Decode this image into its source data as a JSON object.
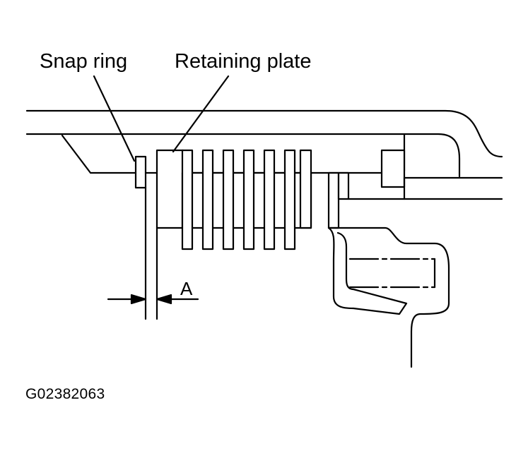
{
  "labels": {
    "snap_ring": "Snap ring",
    "retaining_plate": "Retaining plate",
    "dimension": "A",
    "figure_code": "G02382063"
  },
  "colors": {
    "line": "#000000",
    "background": "#ffffff"
  }
}
